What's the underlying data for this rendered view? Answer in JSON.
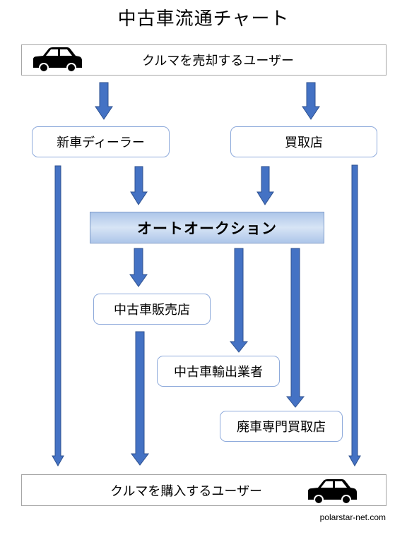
{
  "title": "中古車流通チャート",
  "nodes": {
    "seller": "クルマを売却するユーザー",
    "new_car_dealer": "新車ディーラー",
    "buyback_shop": "買取店",
    "auto_auction": "オートオークション",
    "used_car_dealer": "中古車販売店",
    "used_car_exporter": "中古車輸出業者",
    "scrap_buyback_shop": "廃車専門買取店",
    "buyer": "クルマを購入するユーザー"
  },
  "credit": "polarstar-net.com",
  "colors": {
    "arrow": "#4472c4",
    "arrow_edge": "#2f528f",
    "box_border": "#a6a6a6",
    "rounded_border": "#8eaadb",
    "auction_fill": "#adc6e9"
  },
  "icons": [
    "car-icon",
    "car-icon"
  ]
}
